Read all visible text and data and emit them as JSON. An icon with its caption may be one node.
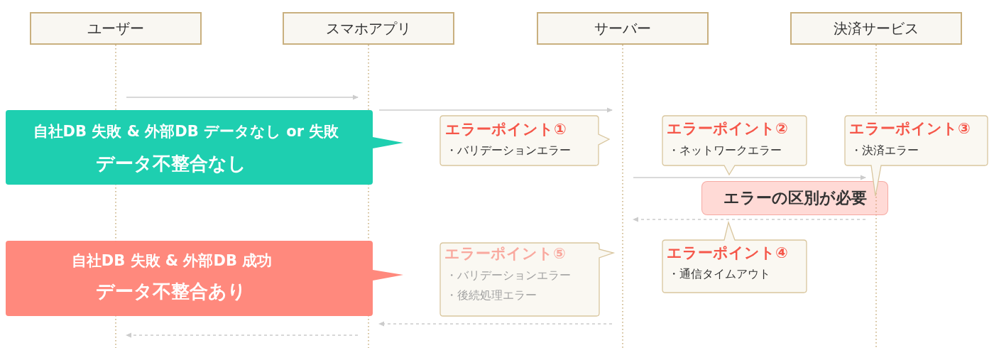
{
  "diagram": {
    "nodes": [
      {
        "text": [
          "ユーザー"
        ]
      },
      {
        "text": [
          "スマホアプリ"
        ]
      },
      {
        "text": [
          "サーバー"
        ]
      },
      {
        "text": [
          "決済サービス"
        ]
      },
      {
        "text": [
          "自社DB 失敗 & 外部DB データなし or 失敗",
          "データ不整合なし"
        ]
      },
      {
        "text": [
          "エラーポイント①",
          "・バリデーションエラー"
        ]
      },
      {
        "text": [
          "エラーポイント②",
          "・ネットワークエラー"
        ]
      },
      {
        "text": [
          "エラーポイント③",
          "・決済エラー"
        ]
      },
      {
        "text": [
          "エラーの区別が必要"
        ]
      },
      {
        "text": [
          "自社DB 失敗 & 外部DB 成功",
          "データ不整合あり"
        ]
      },
      {
        "text": [
          "エラーポイント⑤",
          "・バリデーションエラー",
          "・後続処理エラー"
        ]
      },
      {
        "text": [
          "エラーポイント④",
          "・通信タイムアウト"
        ]
      }
    ],
    "edges": [
      {
        "from": 0,
        "to": 1,
        "arrow": "to"
      },
      {
        "from": 1,
        "to": 2,
        "arrow": "to"
      },
      {
        "from": 2,
        "to": 3,
        "arrow": "to"
      },
      {
        "from": 3,
        "to": 2,
        "arrow": "to",
        "style": "dashed"
      },
      {
        "from": 2,
        "to": 1,
        "arrow": "to",
        "style": "dashed"
      },
      {
        "from": 1,
        "to": 0,
        "arrow": "to",
        "style": "dashed"
      }
    ]
  }
}
